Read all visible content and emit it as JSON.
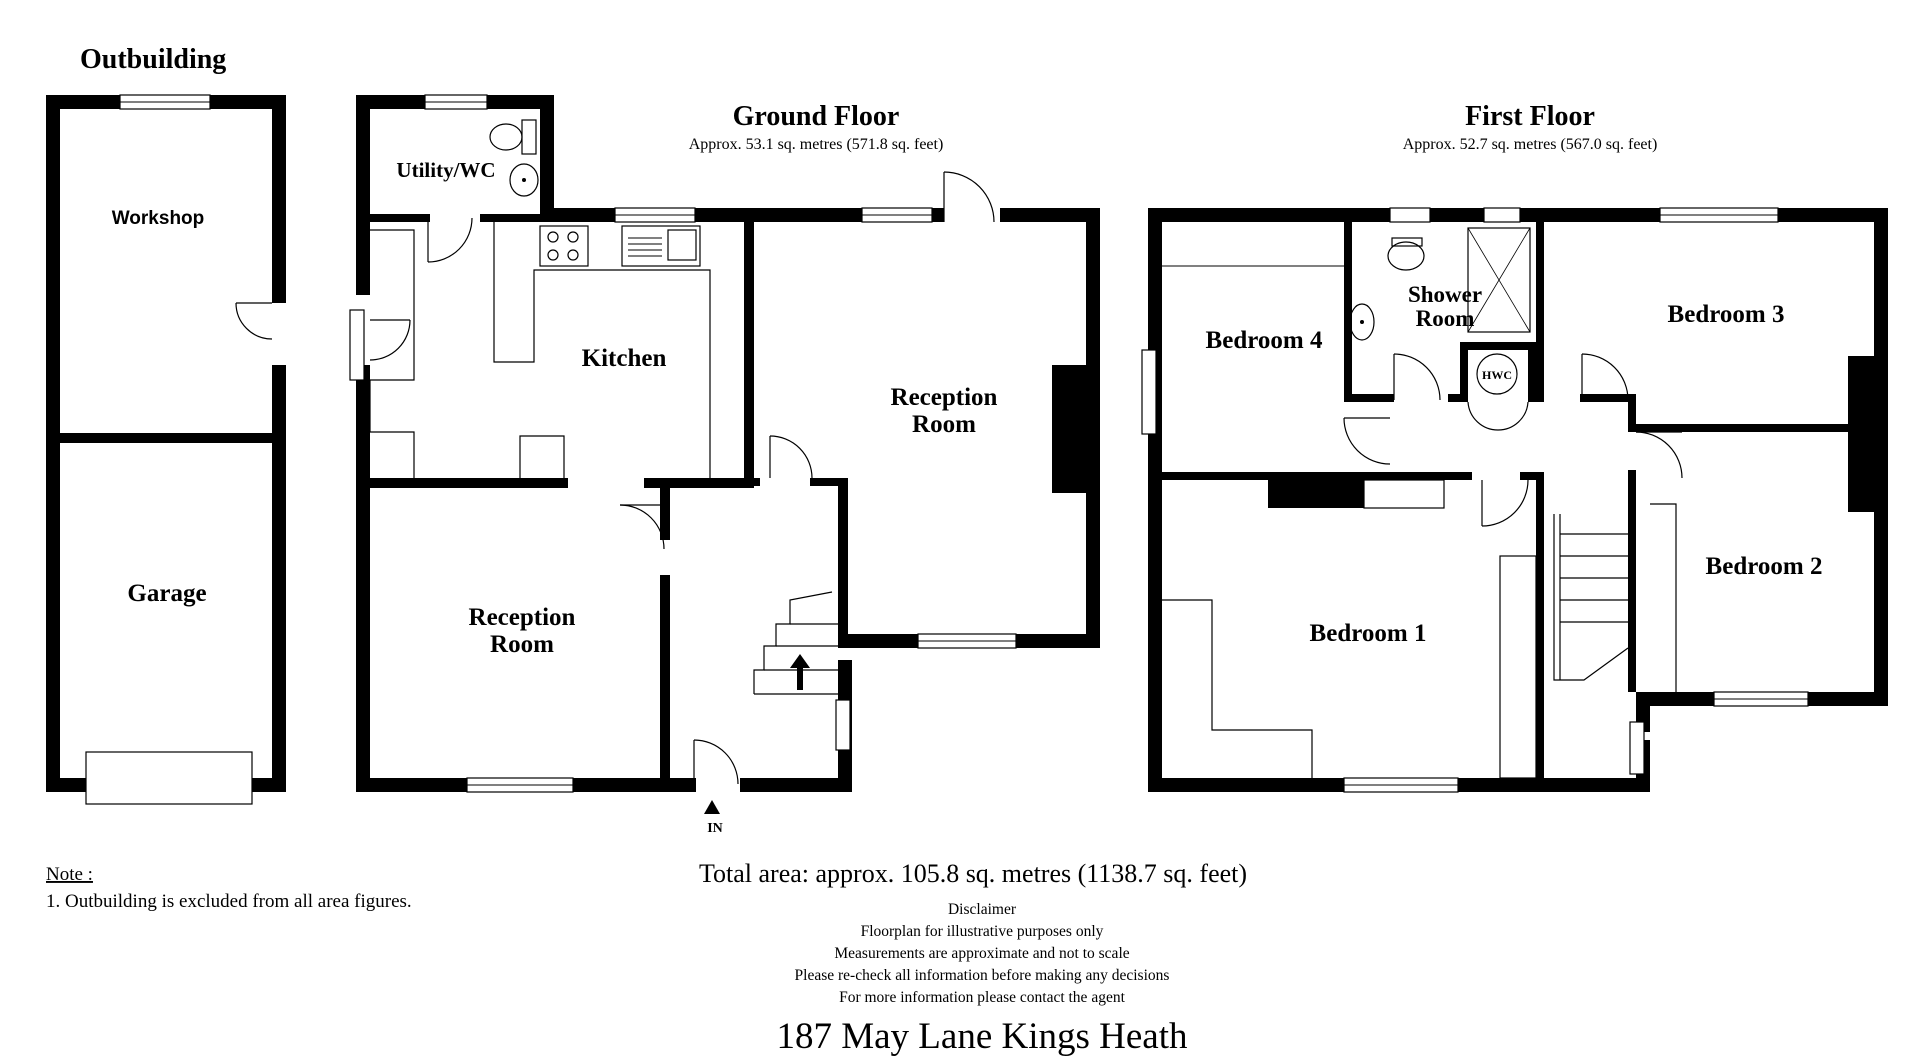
{
  "outbuilding": {
    "title": "Outbuilding",
    "rooms": {
      "workshop": "Workshop",
      "garage": "Garage"
    }
  },
  "ground_floor": {
    "title": "Ground Floor",
    "area": "Approx. 53.1 sq. metres (571.8 sq. feet)",
    "rooms": {
      "utility": "Utility/WC",
      "kitchen": "Kitchen",
      "reception_front_l1": "Reception",
      "reception_front_l2": "Room",
      "reception_rear_l1": "Reception",
      "reception_rear_l2": "Room"
    },
    "entrance": "IN"
  },
  "first_floor": {
    "title": "First Floor",
    "area": "Approx. 52.7 sq. metres (567.0 sq. feet)",
    "rooms": {
      "bedroom1": "Bedroom 1",
      "bedroom2": "Bedroom 2",
      "bedroom3": "Bedroom 3",
      "bedroom4": "Bedroom 4",
      "shower_l1": "Shower",
      "shower_l2": "Room",
      "hwc": "HWC"
    }
  },
  "note": {
    "heading": "Note :",
    "line1": "1. Outbuilding is excluded from all area figures."
  },
  "total_area": "Total area: approx. 105.8 sq. metres (1138.7 sq. feet)",
  "disclaimer": [
    "Disclaimer",
    "Floorplan for illustrative purposes only",
    "Measurements are approximate and not to scale",
    "Please re-check all information before making any decisions",
    "For more information please contact the agent"
  ],
  "address": "187 May Lane Kings Heath"
}
